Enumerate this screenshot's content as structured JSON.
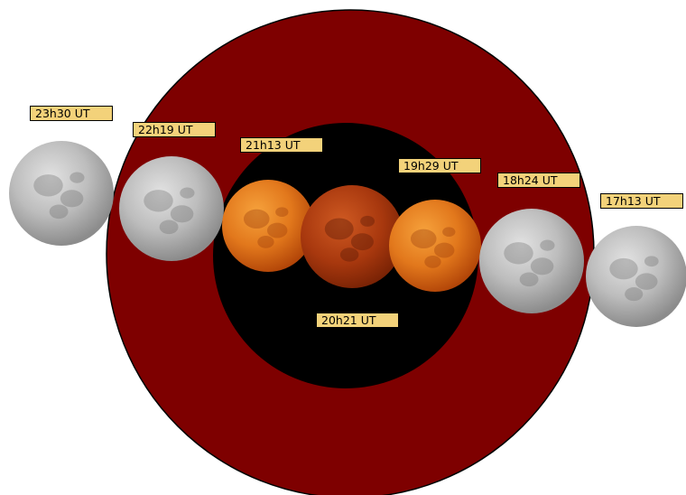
{
  "colors": {
    "background": "#ffffff",
    "penumbra": "#7e0000",
    "umbra": "#000000",
    "label_fill": "#f3d27a"
  },
  "moons": [
    {
      "time": "23h30 UT",
      "appearance": "grey"
    },
    {
      "time": "22h19 UT",
      "appearance": "grey"
    },
    {
      "time": "21h13 UT",
      "appearance": "orange"
    },
    {
      "time": "20h21 UT",
      "appearance": "red"
    },
    {
      "time": "19h29 UT",
      "appearance": "orange"
    },
    {
      "time": "18h24 UT",
      "appearance": "grey"
    },
    {
      "time": "17h13 UT",
      "appearance": "grey"
    }
  ]
}
